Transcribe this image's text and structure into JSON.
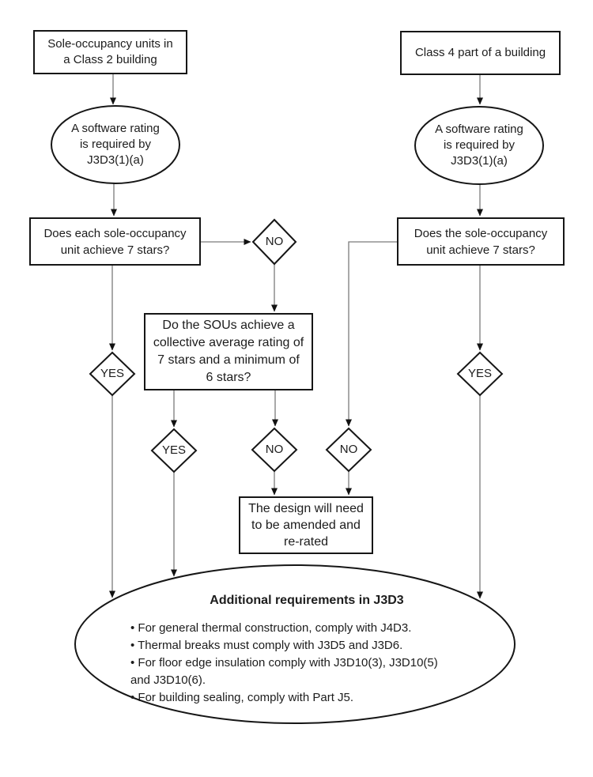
{
  "flowchart": {
    "nodes": {
      "sou_class2": {
        "label": "Sole-occupancy units in\na Class 2 building"
      },
      "class4": {
        "label": "Class 4 part of a building"
      },
      "rating_left": {
        "label": "A software rating\nis required by\nJ3D3(1)(a)"
      },
      "rating_right": {
        "label": "A software rating\nis required by\nJ3D3(1)(a)"
      },
      "q_each_sou": {
        "label": "Does each sole-occupancy\nunit achieve 7 stars?"
      },
      "q_the_sou": {
        "label": "Does the sole-occupancy\nunit achieve 7 stars?"
      },
      "q_collective": {
        "label": "Do the SOUs achieve a\ncollective average rating of\n7 stars and a minimum of\n6 stars?"
      },
      "amend": {
        "label": "The design will need\nto be amended and\nre-rated"
      },
      "additional": {
        "title": "Additional requirements in J3D3",
        "bullets": [
          "• For general thermal construction, comply with J4D3.",
          "• Thermal breaks must comply with J3D5 and J3D6.",
          "• For floor edge insulation comply with J3D10(3), J3D10(5)\nand J3D10(6).",
          "• For building sealing, comply with Part J5."
        ]
      }
    },
    "decision_labels": {
      "yes": "YES",
      "no": "NO"
    },
    "colors": {
      "background": "#ffffff",
      "line": "#7b7b7b",
      "arrowhead": "#111111",
      "shape_border": "#161616",
      "text": "#1c1c1c"
    }
  }
}
